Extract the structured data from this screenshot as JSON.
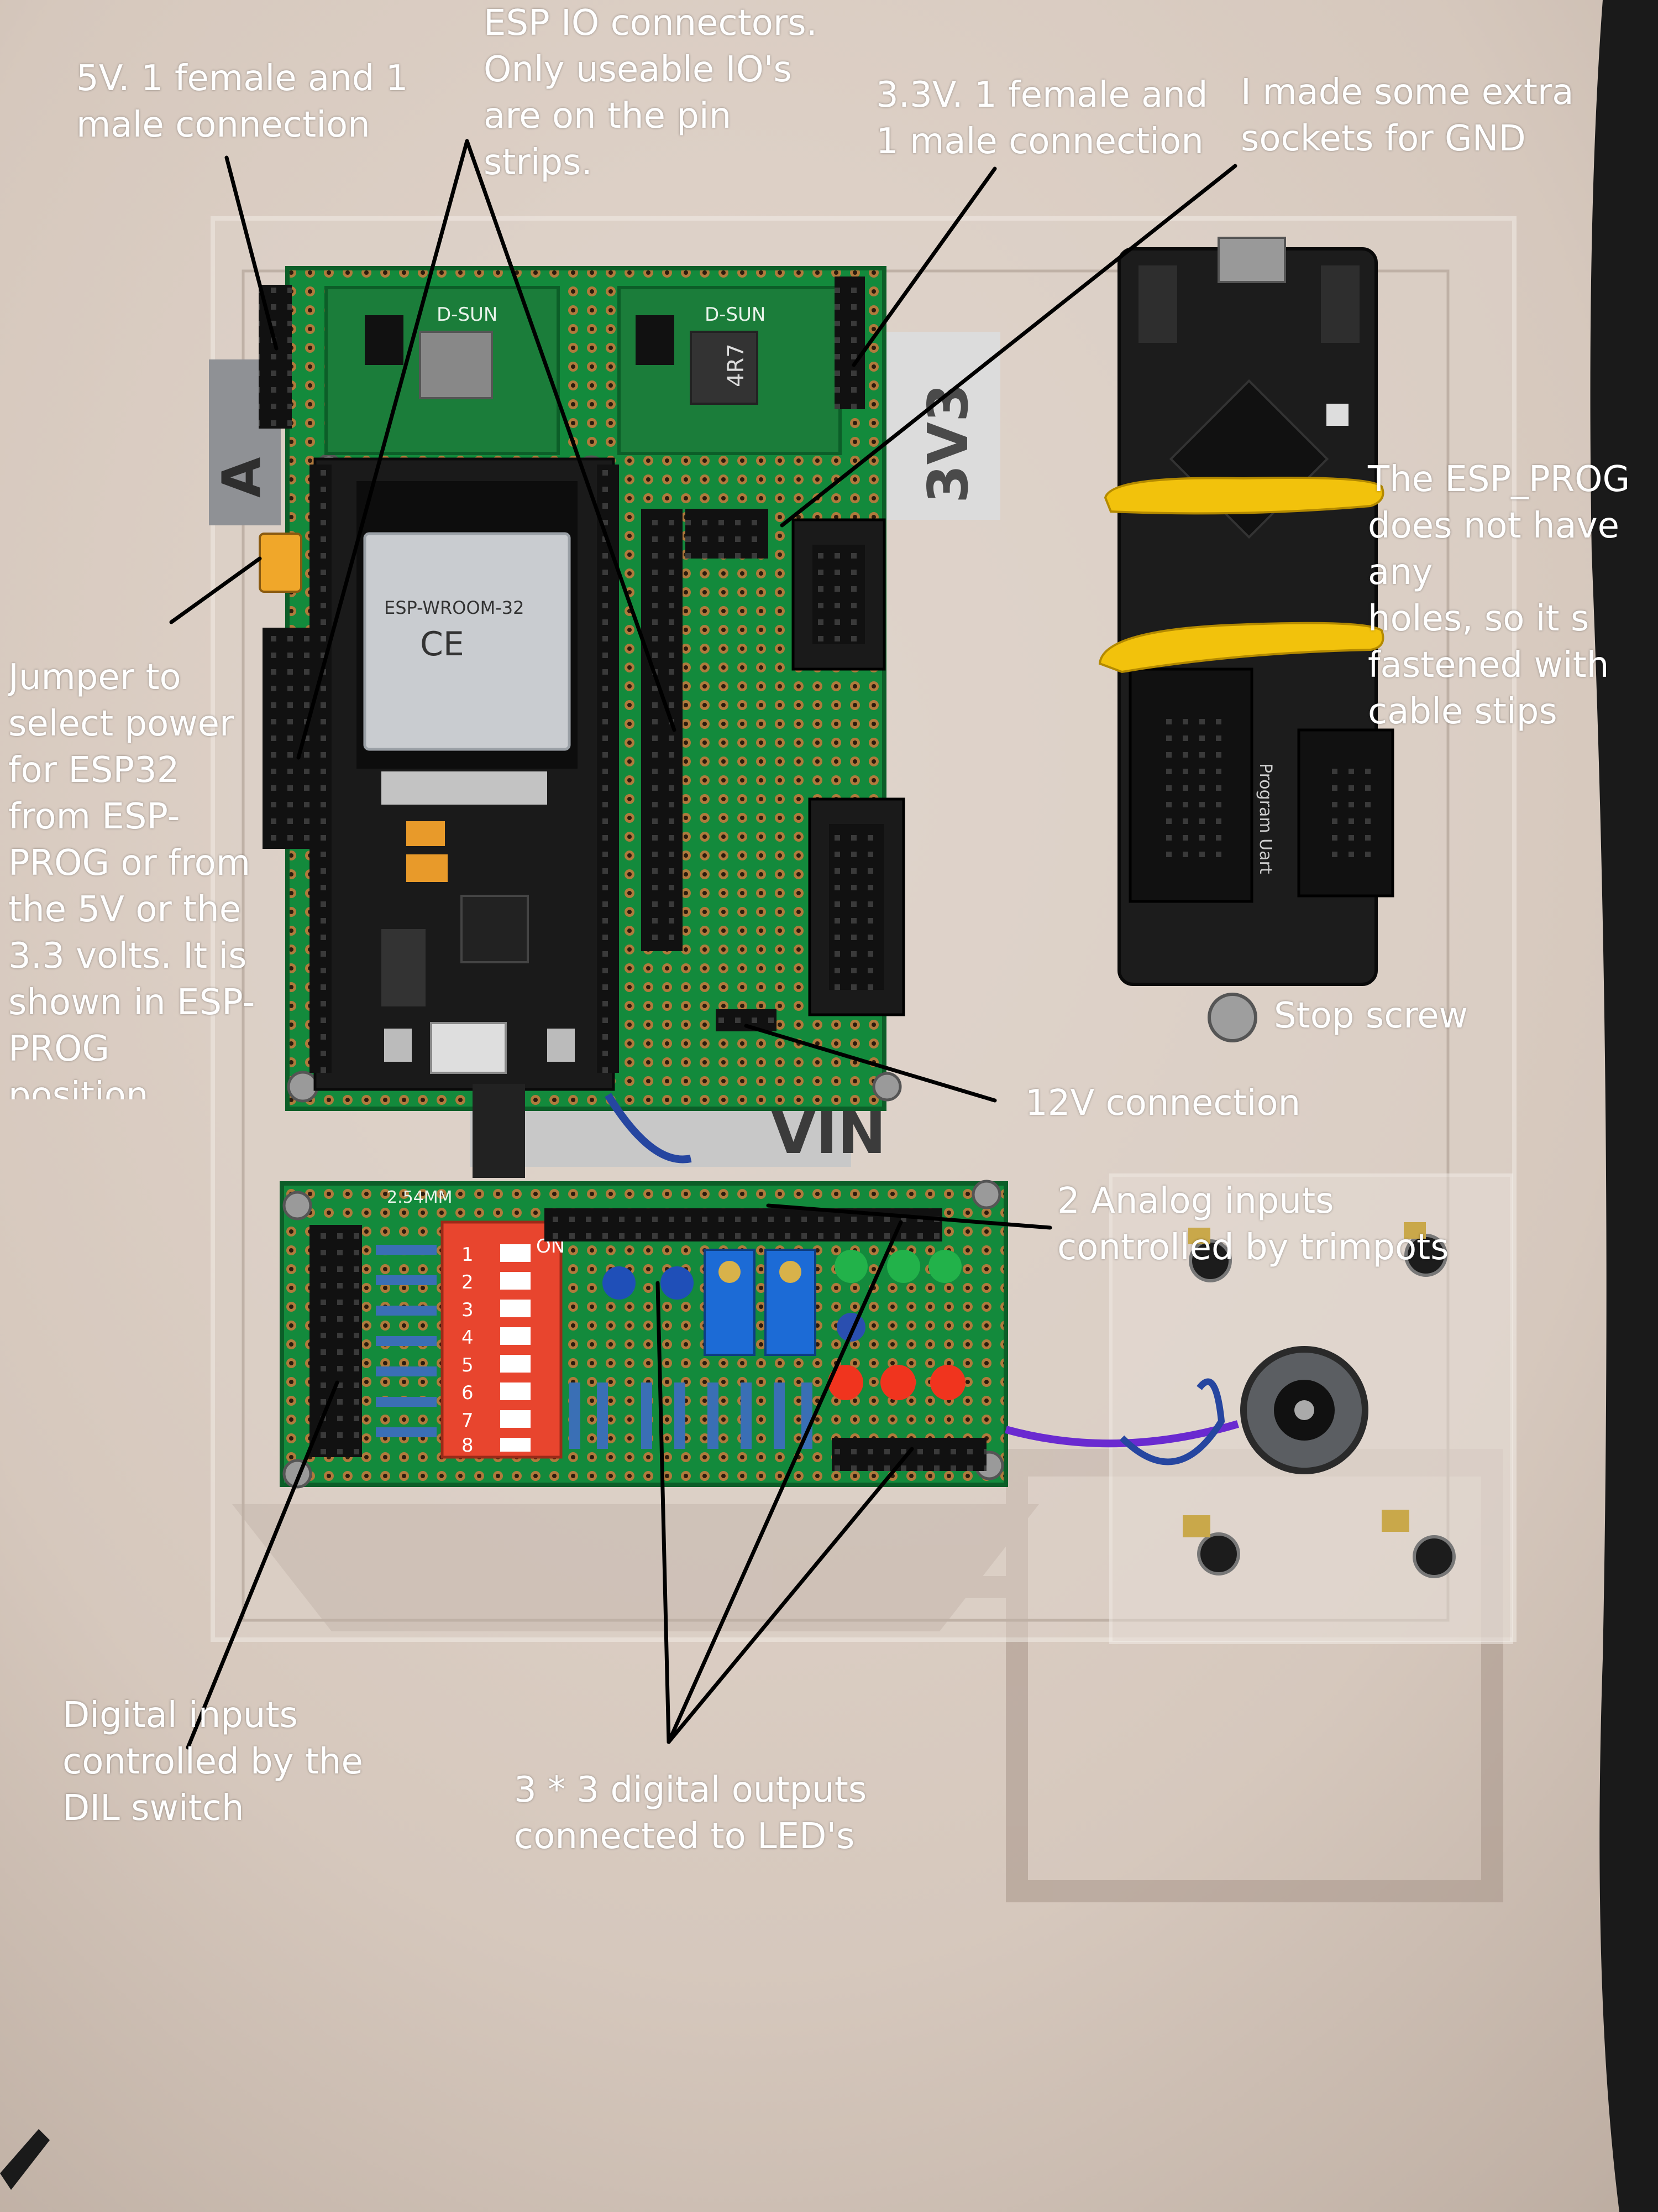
{
  "colors": {
    "annotation_text": "#ffffff",
    "annotation_line": "#000000",
    "wall": "#d9ccc2",
    "pcb_green": "#138a3c",
    "esp_board": "#1c1c1c",
    "zip_tie": "#f2c20c",
    "dip_switch": "#e8452e",
    "trimpot": "#1c6bd6",
    "led_red": "#f0341e",
    "led_green": "#22b24a"
  },
  "annotations": [
    {
      "id": "5v",
      "text": "5V. 1 female and 1\nmale connection"
    },
    {
      "id": "esp-io",
      "text": "ESP IO connectors.\nOnly useable IO's\nare on the pin\nstrips."
    },
    {
      "id": "3v3",
      "text": "3.3V. 1 female and\n1 male connection"
    },
    {
      "id": "gnd",
      "text": "I made some extra\nsockets for GND"
    },
    {
      "id": "jumper",
      "text": "Jumper to\nselect power\nfor ESP32\nfrom ESP-\nPROG or from\nthe 5V or the\n3.3 volts. It is\nshown in ESP-\nPROG\nposition"
    },
    {
      "id": "esp-prog",
      "text": "The ESP_PROG\ndoes not have any\nholes, so it s\nfastened with\ncable stips"
    },
    {
      "id": "stop-screw",
      "text": "Stop screw"
    },
    {
      "id": "12v",
      "text": "12V connection"
    },
    {
      "id": "analog",
      "text": "2 Analog inputs\ncontrolled by trimpots"
    },
    {
      "id": "digital-in",
      "text": "Digital inputs\ncontrolled by the\nDIL switch"
    },
    {
      "id": "digital-out",
      "text": "3 * 3 digital outputs\nconnected to LED's"
    }
  ],
  "board_markings": {
    "label_3v3": "3V3",
    "label_vin": "VIN",
    "label_a": "A",
    "module": "ESP-WROOM-32",
    "regulator_left": "D-SUN",
    "regulator_right": "D-SUN",
    "inductor": "4R7",
    "dip_on": "ON",
    "dip_numbers": [
      "1",
      "2",
      "3",
      "4",
      "5",
      "6",
      "7",
      "8"
    ],
    "perfboard_header": "2.54MM",
    "esp_prog_label": "Program Uart"
  }
}
